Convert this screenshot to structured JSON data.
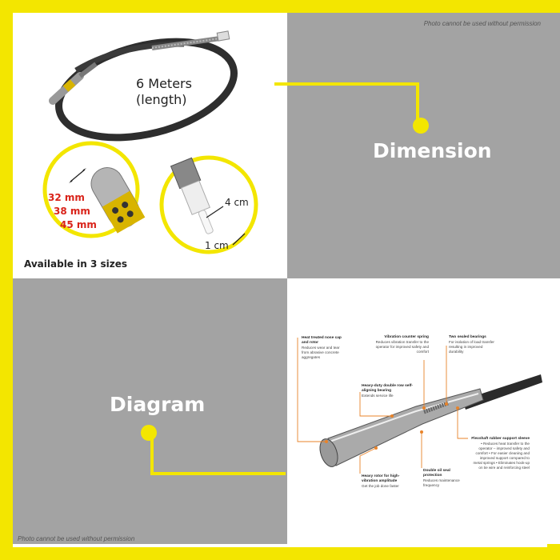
{
  "permission_notice": "Photo cannot be used without permission",
  "dimension": {
    "heading": "Dimension",
    "length_line1": "6 Meters",
    "length_line2": "(length)",
    "sizes": [
      "32 mm",
      "38 mm",
      "45 mm"
    ],
    "tip_length": "4 cm",
    "tip_width": "1 cm",
    "availability": "Available in 3 sizes"
  },
  "diagram": {
    "heading": "Diagram",
    "callouts": [
      {
        "title": "Heat treated nose cap and rotor",
        "text": "Reduces wear and tear from abrasive concrete aggregates"
      },
      {
        "title": "Vibration counter spring",
        "text": "Reduces vibration transfer to the operator for improved safety and comfort"
      },
      {
        "title": "Two sealed bearings",
        "text": "For isolation of load transfer resulting in improved durability"
      },
      {
        "title": "Heavy-duty double row self-aligning bearing",
        "text": "Extends service life"
      },
      {
        "title": "Flexshaft rubber support sleeve",
        "text": "• Reduces heat transfer to the operator – improved safety and comfort • For easier cleaning and improved support compared to metal springs • Eliminates hook-up on tie wire and reinforcing steel"
      },
      {
        "title": "Heavy rotor for high-vibration amplitude",
        "text": "Get the job done faster"
      },
      {
        "title": "Double oil seal protection",
        "text": "Reduces maintenance frequency"
      }
    ]
  },
  "colors": {
    "accent": "#f3e600",
    "gray": "#a3a3a3",
    "size_red": "#d9231a",
    "callout_orange": "#e8832a"
  }
}
